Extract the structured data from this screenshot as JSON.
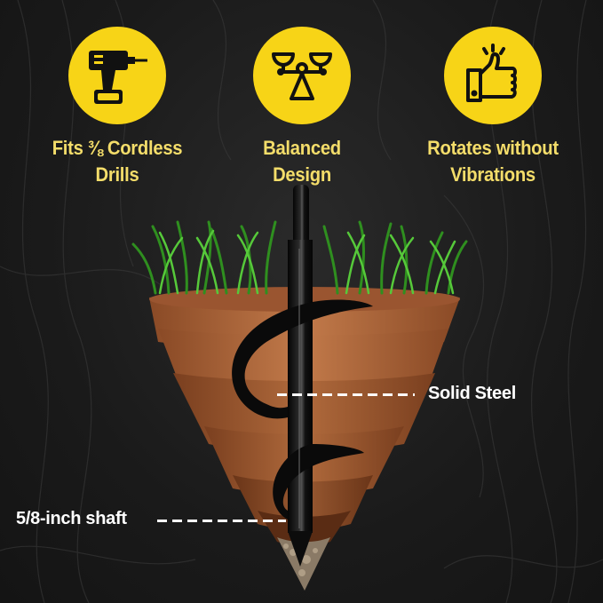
{
  "features": [
    {
      "icon": "cordless-drill-icon",
      "label_line1": "Fits ⅜ Cordless",
      "label_line2": "Drills"
    },
    {
      "icon": "balance-scale-icon",
      "label_line1": "Balanced",
      "label_line2": "Design"
    },
    {
      "icon": "thumbs-up-icon",
      "label_line1": "Rotates without",
      "label_line2": "Vibrations"
    }
  ],
  "callouts": {
    "material": "Solid Steel",
    "shaft": "5/8-inch shaft"
  },
  "colors": {
    "accent_yellow": "#f7d417",
    "label_yellow": "#f4dd6a",
    "background": "#1c1c1c",
    "soil_brown": "#b0643a",
    "grass_green": "#3fae2a",
    "auger_black": "#0e0e0e"
  }
}
